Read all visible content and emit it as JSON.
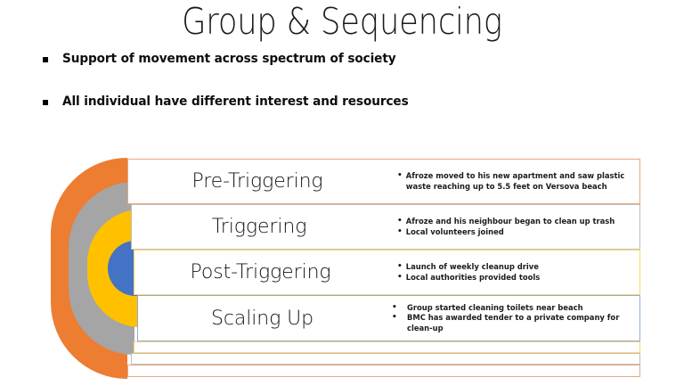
{
  "slide": {
    "title": "Group & Sequencing"
  },
  "bullets": [
    {
      "text": "Support of movement across spectrum of society"
    },
    {
      "text": "All individual have different interest and resources"
    }
  ],
  "diagram": {
    "type": "nested-radial-process",
    "bullet_glyph": "•",
    "arcs": [
      {
        "name": "arc-outer-orange",
        "color": "#ED7D31"
      },
      {
        "name": "arc-second-gray",
        "color": "#A5A5A5"
      },
      {
        "name": "arc-third-yellow",
        "color": "#FFC000"
      },
      {
        "name": "arc-inner-blue",
        "color": "#4472C4"
      }
    ],
    "stages": [
      {
        "label": "Pre-Triggering",
        "border_color": "#E8A87C",
        "details": [
          "Afroze moved to his new apartment and saw plastic waste reaching up to 5.5 feet on Versova beach"
        ]
      },
      {
        "label": "Triggering",
        "border_color": "#BFBFBF",
        "details": [
          "Afroze and his neighbour began to clean up trash",
          "Local volunteers joined"
        ]
      },
      {
        "label": "Post-Triggering",
        "border_color": "#FFD966",
        "details": [
          "Launch of weekly cleanup drive",
          "Local authorities provided tools"
        ]
      },
      {
        "label": "Scaling Up",
        "border_color": "#8FAADC",
        "details": [
          "Group started cleaning toilets near beach",
          "BMC has awarded tender to a private company for clean-up"
        ]
      }
    ],
    "strips": [
      {
        "name": "strip-yellow",
        "border_color": "#FFD966"
      },
      {
        "name": "strip-gray",
        "border_color": "#BFBFBF"
      },
      {
        "name": "strip-orange",
        "border_color": "#E8A87C"
      }
    ]
  }
}
